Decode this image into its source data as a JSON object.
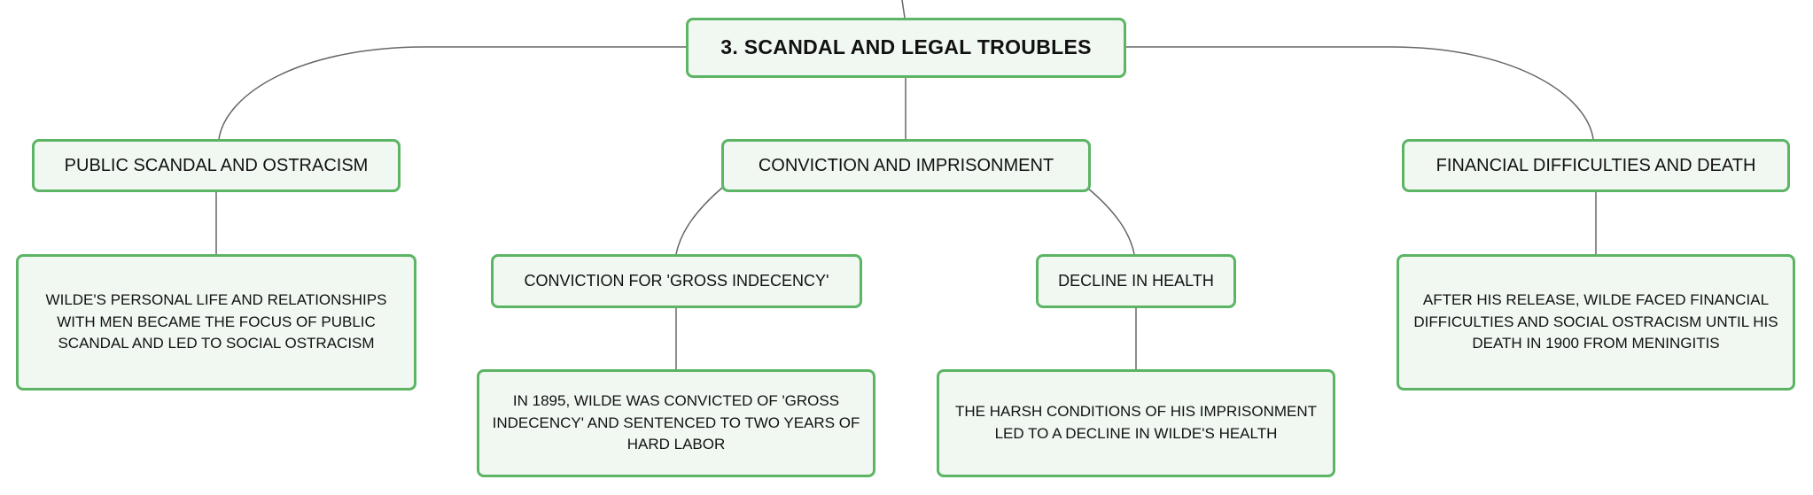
{
  "root": {
    "label": "3. SCANDAL AND LEGAL TROUBLES"
  },
  "branches": [
    {
      "label": "PUBLIC SCANDAL AND OSTRACISM",
      "detail": "WILDE'S PERSONAL LIFE AND RELATIONSHIPS WITH MEN BECAME THE FOCUS OF PUBLIC SCANDAL AND LED TO SOCIAL OSTRACISM"
    },
    {
      "label": "CONVICTION AND IMPRISONMENT",
      "children": [
        {
          "label": "CONVICTION FOR 'GROSS INDECENCY'",
          "detail": "IN 1895, WILDE WAS CONVICTED OF 'GROSS INDECENCY' AND SENTENCED TO TWO YEARS OF HARD LABOR"
        },
        {
          "label": "DECLINE IN HEALTH",
          "detail": "THE HARSH CONDITIONS OF HIS IMPRISONMENT LED TO A DECLINE IN WILDE'S HEALTH"
        }
      ]
    },
    {
      "label": "FINANCIAL DIFFICULTIES AND DEATH",
      "detail": "AFTER HIS RELEASE, WILDE FACED FINANCIAL DIFFICULTIES AND SOCIAL OSTRACISM UNTIL HIS DEATH IN 1900 FROM MENINGITIS"
    }
  ],
  "colors": {
    "border": "#5cb564",
    "fill": "#f1f8f2",
    "connector": "#666666"
  }
}
